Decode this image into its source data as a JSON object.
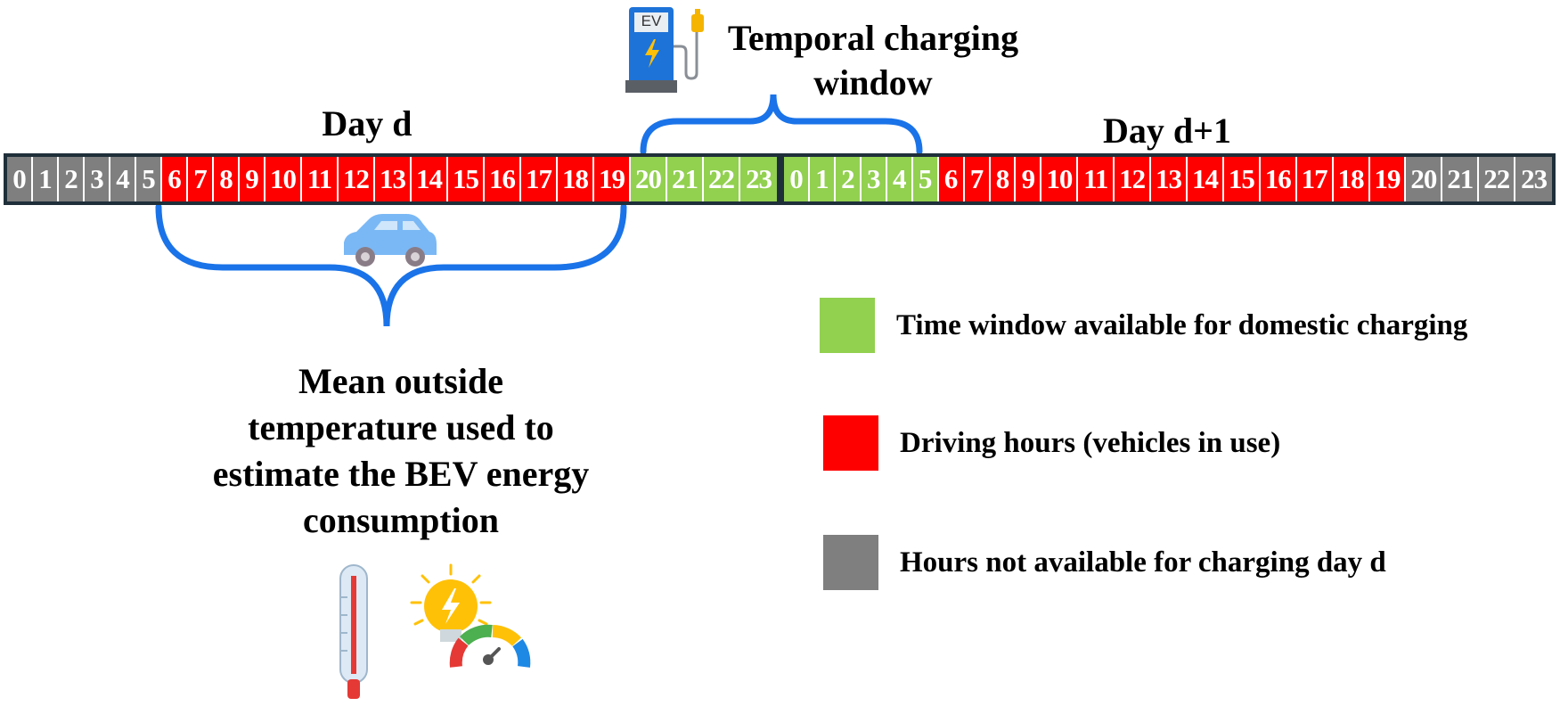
{
  "day_d": {
    "label": "Day d",
    "hours": [
      "0",
      "1",
      "2",
      "3",
      "4",
      "5",
      "6",
      "7",
      "8",
      "9",
      "10",
      "11",
      "12",
      "13",
      "14",
      "15",
      "16",
      "17",
      "18",
      "19",
      "20",
      "21",
      "22",
      "23"
    ],
    "states": [
      "gray",
      "gray",
      "gray",
      "gray",
      "gray",
      "gray",
      "red",
      "red",
      "red",
      "red",
      "red",
      "red",
      "red",
      "red",
      "red",
      "red",
      "red",
      "red",
      "red",
      "red",
      "green",
      "green",
      "green",
      "green"
    ]
  },
  "day_d1": {
    "label": "Day d+1",
    "hours": [
      "0",
      "1",
      "2",
      "3",
      "4",
      "5",
      "6",
      "7",
      "8",
      "9",
      "10",
      "11",
      "12",
      "13",
      "14",
      "15",
      "16",
      "17",
      "18",
      "19",
      "20",
      "21",
      "22",
      "23"
    ],
    "states": [
      "green",
      "green",
      "green",
      "green",
      "green",
      "green",
      "red",
      "red",
      "red",
      "red",
      "red",
      "red",
      "red",
      "red",
      "red",
      "red",
      "red",
      "red",
      "red",
      "red",
      "gray",
      "gray",
      "gray",
      "gray"
    ]
  },
  "charging_window": {
    "line1": "Temporal charging",
    "line2": "window"
  },
  "temperature_note": {
    "lines": [
      "Mean outside",
      "temperature used to",
      "estimate the BEV energy",
      "consumption"
    ]
  },
  "legend": [
    {
      "text": "Time window available for domestic charging",
      "color": "#92d050"
    },
    {
      "text": "Driving hours (vehicles in use)",
      "color": "#ff0000"
    },
    {
      "text": "Hours not available for charging day d",
      "color": "#7f7f7f"
    }
  ],
  "icons": {
    "charger": "ev-charger-icon",
    "charger_label": "EV",
    "car": "car-icon",
    "thermometer": "thermometer-icon",
    "energy": "energy-gauge-icon"
  },
  "colors": {
    "green": "#92d050",
    "red": "#ff0000",
    "gray": "#7f7f7f",
    "brace": "#1a73e8",
    "border": "#1f2f3a"
  }
}
